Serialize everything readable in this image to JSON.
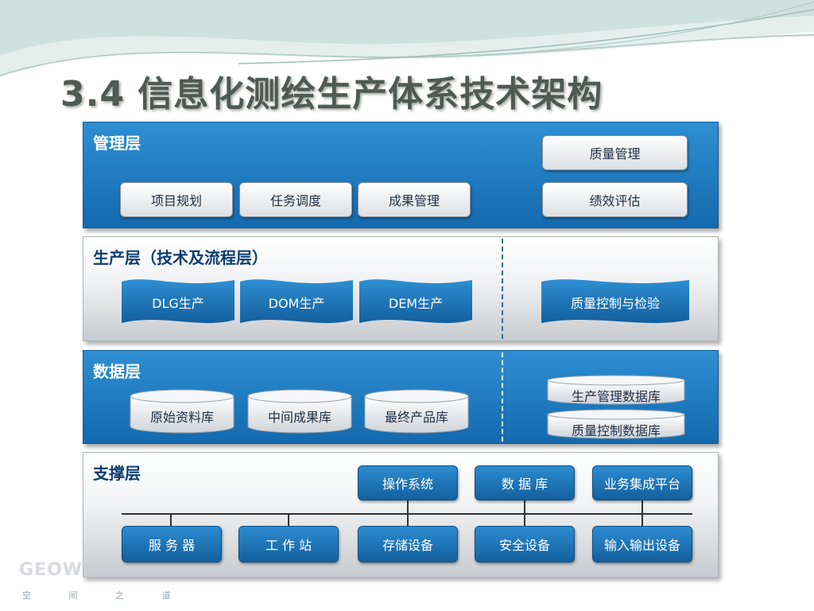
{
  "title": "3.4 信息化测绘生产体系技术架构",
  "logo": {
    "text": "GEOW",
    "subtitle": "空 间 之 道"
  },
  "management_layer": {
    "title": "管理层",
    "items": [
      "项目规划",
      "任务调度",
      "成果管理"
    ],
    "right_items": [
      "质量管理",
      "绩效评估"
    ]
  },
  "production_layer": {
    "title": "生产层（技术及流程层）",
    "items": [
      "DLG生产",
      "DOM生产",
      "DEM生产"
    ],
    "right_item": "质量控制与检验"
  },
  "data_layer": {
    "title": "数据层",
    "items": [
      "原始资料库",
      "中间成果库",
      "最终产品库"
    ],
    "right_items": [
      "生产管理数据库",
      "质量控制数据库"
    ]
  },
  "support_layer": {
    "title": "支撑层",
    "top_items": [
      "操作系统",
      "数 据 库",
      "业务集成平台"
    ],
    "bottom_items": [
      "服 务 器",
      "工 作 站",
      "存储设备",
      "安全设备",
      "输入输出设备"
    ]
  },
  "colors": {
    "primary_blue": "#1a72b8",
    "title_gray": "#4e5a52",
    "dark_navy": "#0d3d70"
  }
}
